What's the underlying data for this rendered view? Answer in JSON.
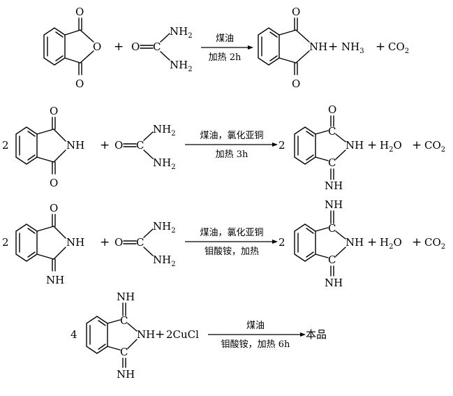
{
  "reactions": [
    {
      "coefficient": "",
      "reactant1": {
        "atoms": {
          "top": "O",
          "ring": "O",
          "bottom": "O"
        }
      },
      "plus": "+",
      "reactant2": {
        "o": "O",
        "c": "C",
        "top": "NH",
        "top_sub": "2",
        "bottom": "NH",
        "bottom_sub": "2"
      },
      "conditions_above": "煤油",
      "conditions_below": "加热 2h",
      "product": {
        "coefficient": "",
        "top": "O",
        "nh": "NH",
        "bottom": "O"
      },
      "byproducts": [
        {
          "plus": "+",
          "text": "NH",
          "sub": "3"
        },
        {
          "plus": "+",
          "text": "CO",
          "sub": "2"
        }
      ]
    },
    {
      "coefficient": "2",
      "reactant1": {
        "top": "O",
        "nh": "NH",
        "bottom": "O"
      },
      "plus": "+",
      "reactant2": {
        "o": "O",
        "c": "C",
        "top": "NH",
        "top_sub": "2",
        "bottom": "NH",
        "bottom_sub": "2"
      },
      "conditions_above": "煤油，氯化亚铜",
      "conditions_below": "加热 3h",
      "product": {
        "coefficient": "2",
        "top": "O",
        "nh": "NH",
        "c1": "C",
        "c2": "C",
        "bottom": "NH"
      },
      "byproducts": [
        {
          "plus": "+",
          "text": "H",
          "sub": "2",
          "text2": "O"
        },
        {
          "plus": "+",
          "text": "CO",
          "sub": "2"
        }
      ]
    },
    {
      "coefficient": "2",
      "reactant1": {
        "top": "O",
        "nh": "NH",
        "bottom": "NH"
      },
      "plus": "+",
      "reactant2": {
        "o": "O",
        "c": "C",
        "top": "NH",
        "top_sub": "2",
        "bottom": "NH",
        "bottom_sub": "2"
      },
      "conditions_above": "煤油，氯化亚铜",
      "conditions_below": "钼酸铵，加热",
      "product": {
        "coefficient": "2",
        "top": "NH",
        "nh": "NH",
        "c1": "C",
        "c2": "C",
        "bottom": "NH"
      },
      "byproducts": [
        {
          "plus": "+",
          "text": "H",
          "sub": "2",
          "text2": "O"
        },
        {
          "plus": "+",
          "text": "CO",
          "sub": "2"
        }
      ]
    },
    {
      "coefficient": "4",
      "reactant1": {
        "top": "NH",
        "nh": "NH",
        "c1": "C",
        "c2": "C",
        "bottom": "NH"
      },
      "plus": "+",
      "reagent": "2CuCl",
      "conditions_above": "煤油",
      "conditions_below": "钼酸铵，加热 6h",
      "product_text": "本品"
    }
  ]
}
